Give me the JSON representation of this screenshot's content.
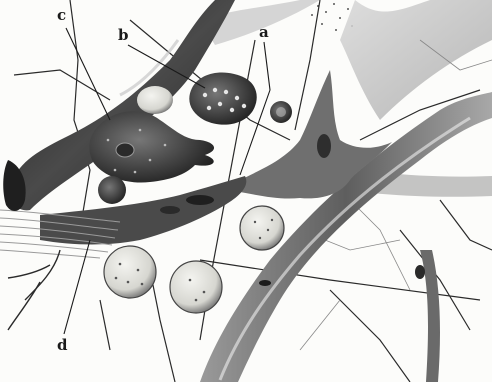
{
  "figure": {
    "labels": {
      "a": "a",
      "b": "b",
      "c": "c",
      "d": "d"
    }
  },
  "colors": {
    "ink": "#1a1a1a",
    "dark_tissue": "#3a3a3a",
    "mid_tissue": "#8a8a8a",
    "light_tissue": "#c9c9c9",
    "cell_fill": "#e4e4e0",
    "background": "#fcfcfa"
  }
}
